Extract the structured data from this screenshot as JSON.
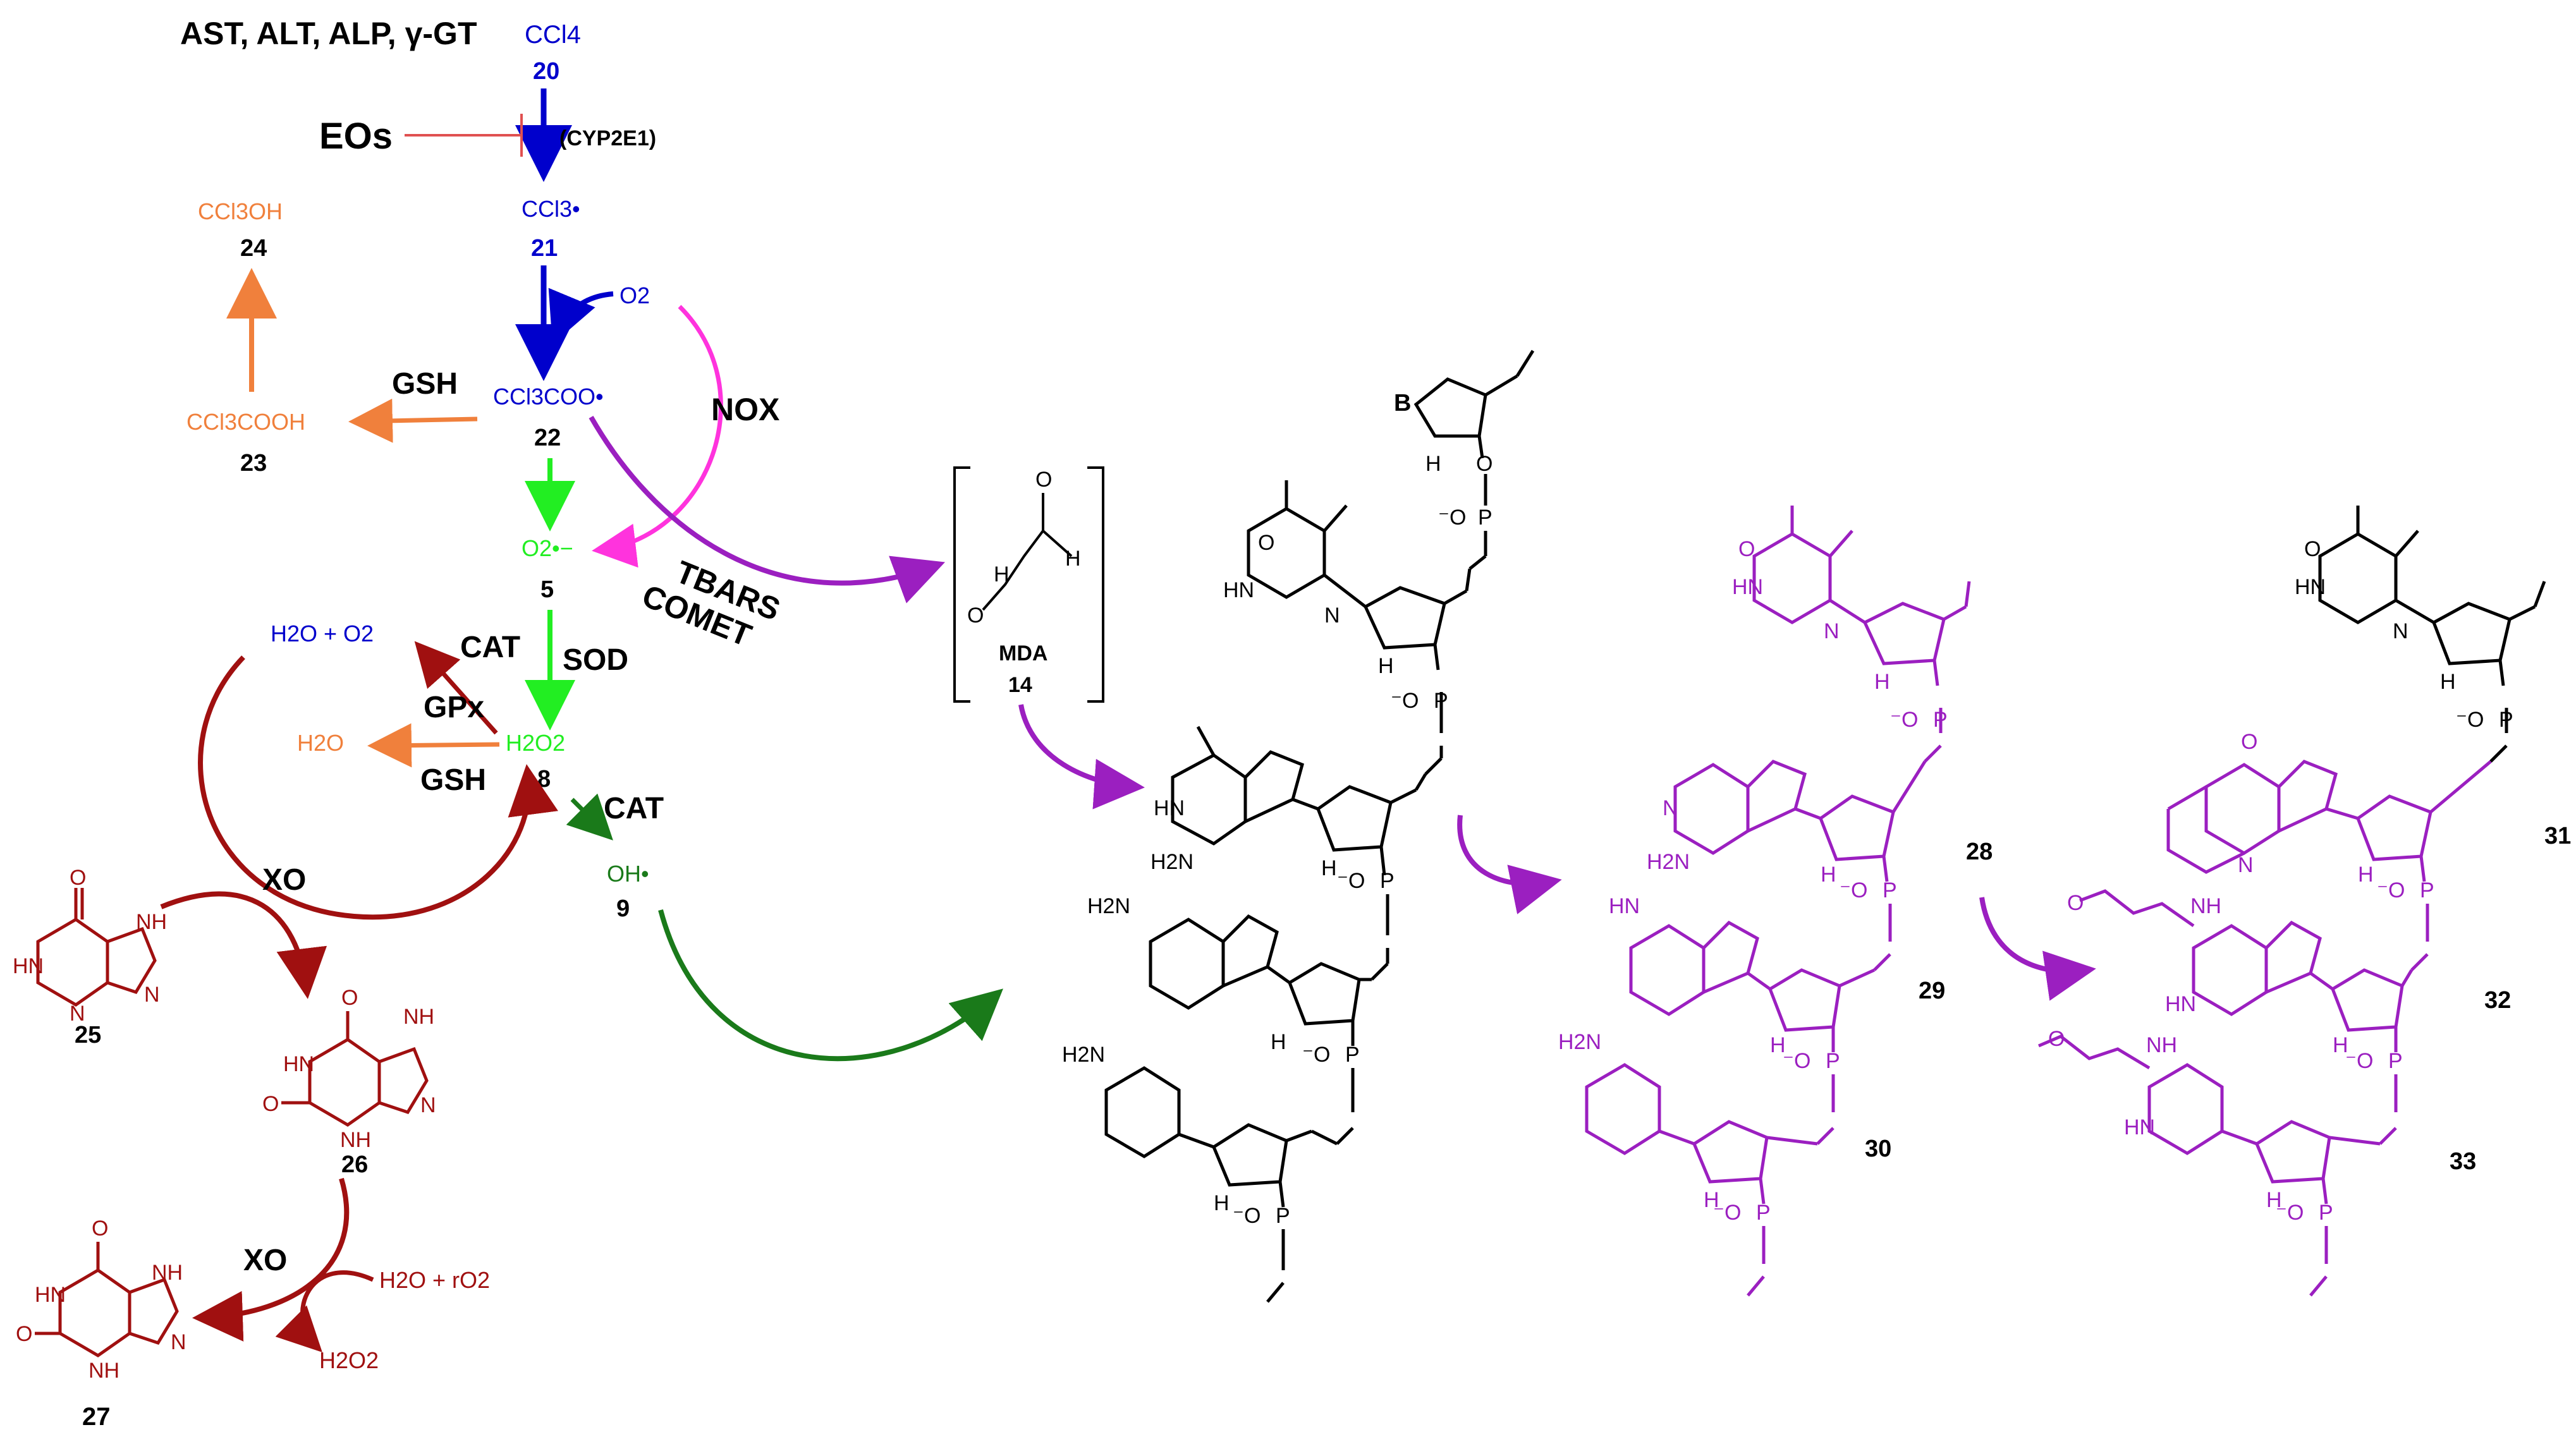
{
  "colors": {
    "blue": "#0000cc",
    "orange": "#f0803c",
    "green": "#22ee22",
    "dark_green": "#1a7a1a",
    "magenta": "#ff33dd",
    "purple": "#9b1fc0",
    "dark_red": "#a01010",
    "inhibition_red": "#e05050",
    "black": "#000000"
  },
  "pathway": {
    "markers": "AST, ALT, ALP, γ-GT",
    "ccl4": {
      "formula": "CCl4",
      "number": "20"
    },
    "eos": "EOs",
    "enzyme_cyp": "(CYP2E1)",
    "radical_ccl3": {
      "formula": "CCl3•",
      "number": "21"
    },
    "ccl3oh": {
      "formula": "CCl3OH",
      "number": "24"
    },
    "o2": "O2",
    "nox": "NOX",
    "gsh_1": "GSH",
    "ccl3coo": {
      "formula": "CCl3COO•",
      "number": "22"
    },
    "ccl3cooh": {
      "formula": "CCl3COOH",
      "number": "23"
    },
    "superoxide": {
      "formula": "O2•−",
      "number": "5"
    },
    "tbars": "TBARS",
    "comet": "COMET",
    "h2o_o2": "H2O + O2",
    "cat_1": "CAT",
    "sod": "SOD",
    "gpx": "GPx",
    "h2o": "H2O",
    "gsh_2": "GSH",
    "h2o2": {
      "formula": "H2O2",
      "number": "8"
    },
    "cat_2": "CAT",
    "oh": {
      "formula": "OH•",
      "number": "9"
    },
    "xo_1": "XO",
    "xo_2": "XO",
    "h2o_ro2": "H2O + rO2",
    "h2o2_product": "H2O2"
  },
  "compounds": {
    "c25": "25",
    "c26": "26",
    "c27": "27",
    "mda": {
      "name": "MDA",
      "number": "14"
    },
    "c28": "28",
    "c29": "29",
    "c30": "30",
    "c31": "31",
    "c32": "32",
    "c33": "33"
  },
  "dna_labels": {
    "base": "B",
    "h": "H",
    "o": "O",
    "n": "N",
    "hn": "HN",
    "nh": "NH",
    "h2n": "H2N",
    "p": "P",
    "ominus": "⁻O",
    "nh_hn": "NH",
    "imine": "HN"
  }
}
